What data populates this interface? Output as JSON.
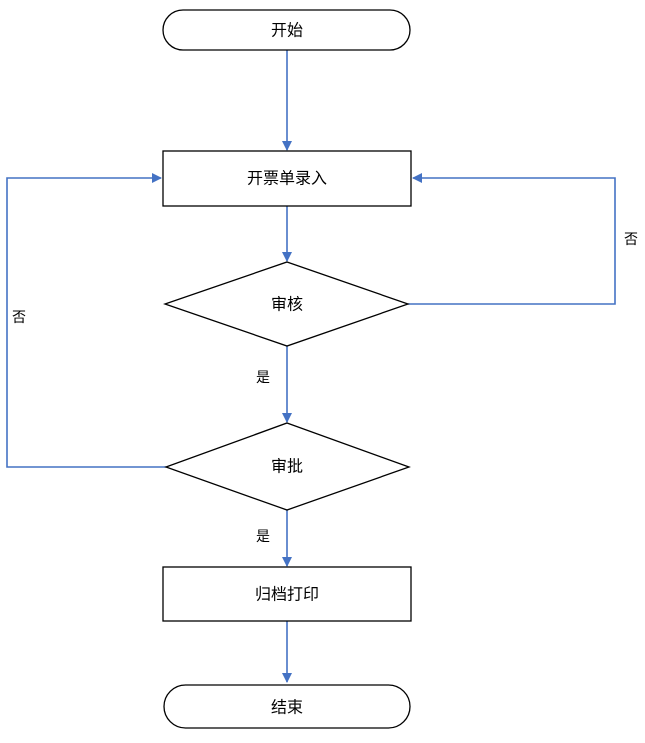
{
  "nodes": {
    "start": "开始",
    "entry": "开票单录入",
    "review": "审核",
    "approve": "审批",
    "archive": "归档打印",
    "end": "结束"
  },
  "edges": {
    "review_no": "否",
    "review_yes": "是",
    "approve_no": "否",
    "approve_yes": "是"
  },
  "colors": {
    "connector": "#4472c4",
    "outline": "#000000"
  }
}
